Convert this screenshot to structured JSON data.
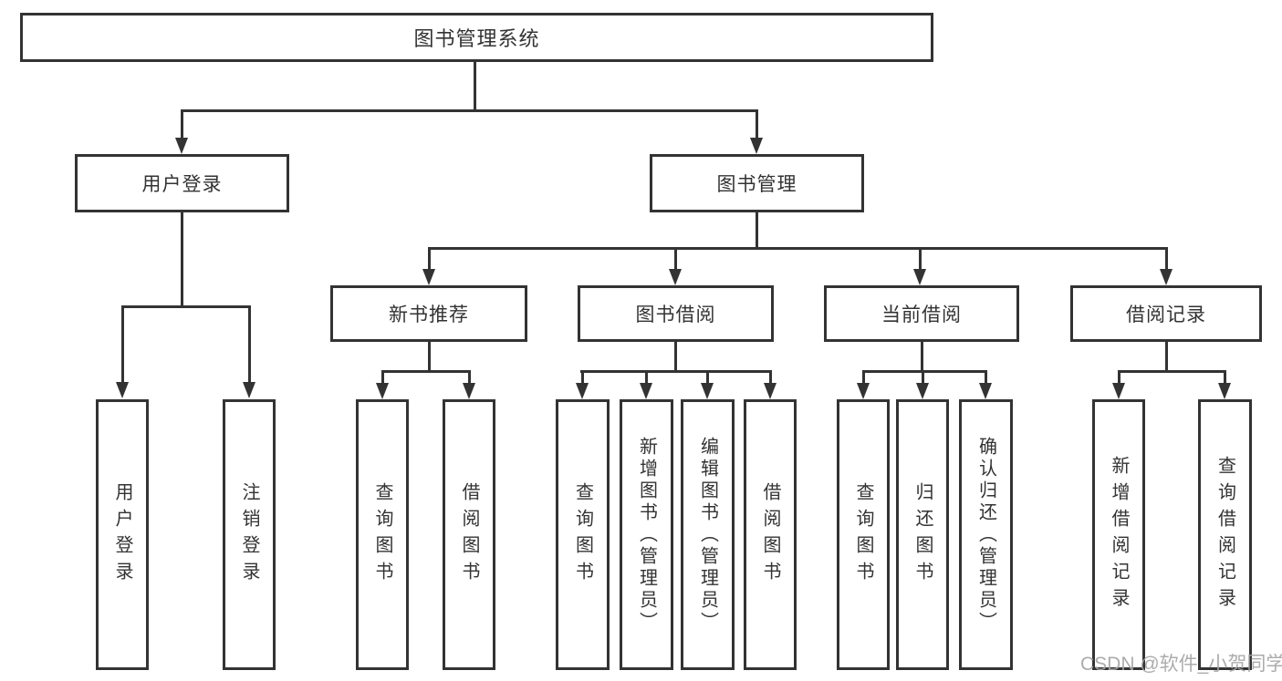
{
  "diagram": {
    "title": "图书管理系统",
    "level1": [
      {
        "label": "用户登录"
      },
      {
        "label": "图书管理"
      }
    ],
    "level2": [
      {
        "label": "新书推荐"
      },
      {
        "label": "图书借阅"
      },
      {
        "label": "当前借阅"
      },
      {
        "label": "借阅记录"
      }
    ],
    "leaves": [
      {
        "label": "用户登录"
      },
      {
        "label": "注销登录"
      },
      {
        "label": "查询图书"
      },
      {
        "label": "借阅图书"
      },
      {
        "label": "查询图书"
      },
      {
        "label": "新增图书（管理员）"
      },
      {
        "label": "编辑图书（管理员）"
      },
      {
        "label": "借阅图书"
      },
      {
        "label": "查询图书"
      },
      {
        "label": "归还图书"
      },
      {
        "label": "确认归还（管理员）"
      },
      {
        "label": "新增借阅记录"
      },
      {
        "label": "查询借阅记录"
      }
    ],
    "watermark": "CSDN @软件_小贺同学",
    "colors": {
      "line": "#333333",
      "text": "#333333",
      "watermark": "#a5a5a5",
      "background": "#ffffff"
    }
  }
}
